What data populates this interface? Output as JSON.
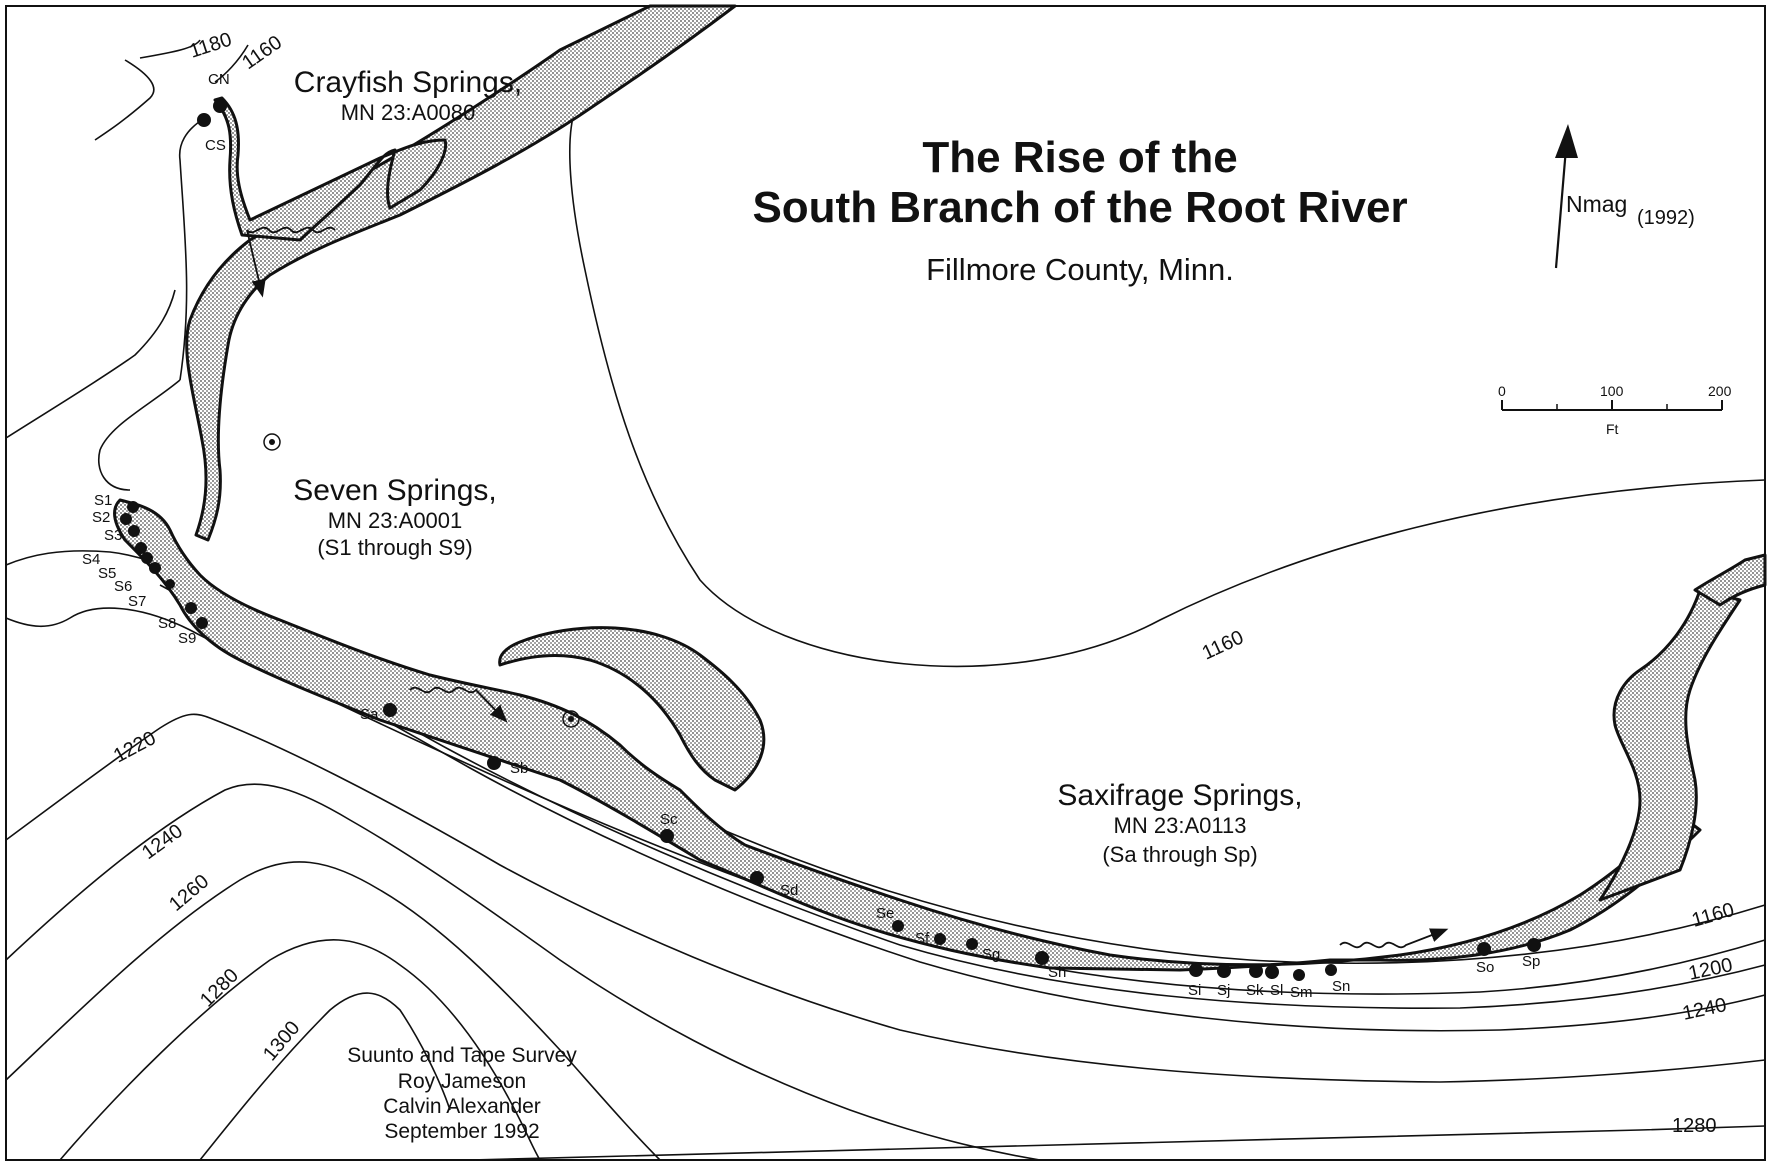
{
  "title": {
    "line1": "The Rise of the",
    "line2": "South Branch of the Root River",
    "subtitle": "Fillmore County, Minn."
  },
  "north_arrow": {
    "label": "Nmag",
    "year": "(1992)"
  },
  "scale_bar": {
    "ticks": [
      "0",
      "100",
      "200"
    ],
    "unit": "Ft"
  },
  "places": {
    "crayfish": {
      "name": "Crayfish Springs,",
      "id": "MN 23:A0080"
    },
    "seven": {
      "name": "Seven Springs,",
      "id": "MN 23:A0001",
      "range": "(S1 through S9)"
    },
    "saxifrage": {
      "name": "Saxifrage Springs,",
      "id": "MN 23:A0113",
      "range": "(Sa through Sp)"
    }
  },
  "springs": {
    "crayfish": [
      "CN",
      "CS"
    ],
    "seven": [
      "S1",
      "S2",
      "S3",
      "S4",
      "S5",
      "S6",
      "S7",
      "S8",
      "S9"
    ],
    "saxifrage": [
      "Sa",
      "Sb",
      "Sc",
      "Sd",
      "Se",
      "Sf",
      "Sg",
      "Sh",
      "Si",
      "Sj",
      "Sk",
      "Sl",
      "Sm",
      "Sn",
      "So",
      "Sp"
    ]
  },
  "contours": {
    "c1180": "1180",
    "c1160a": "1160",
    "c1160b": "1160",
    "c1160c": "1160",
    "c1200": "1200",
    "c1220": "1220",
    "c1240a": "1240",
    "c1240b": "1240",
    "c1260": "1260",
    "c1280a": "1280",
    "c1280b": "1280",
    "c1300": "1300"
  },
  "credits": {
    "line1": "Suunto and Tape Survey",
    "line2": "Roy Jameson",
    "line3": "Calvin Alexander",
    "line4": "September 1992"
  }
}
